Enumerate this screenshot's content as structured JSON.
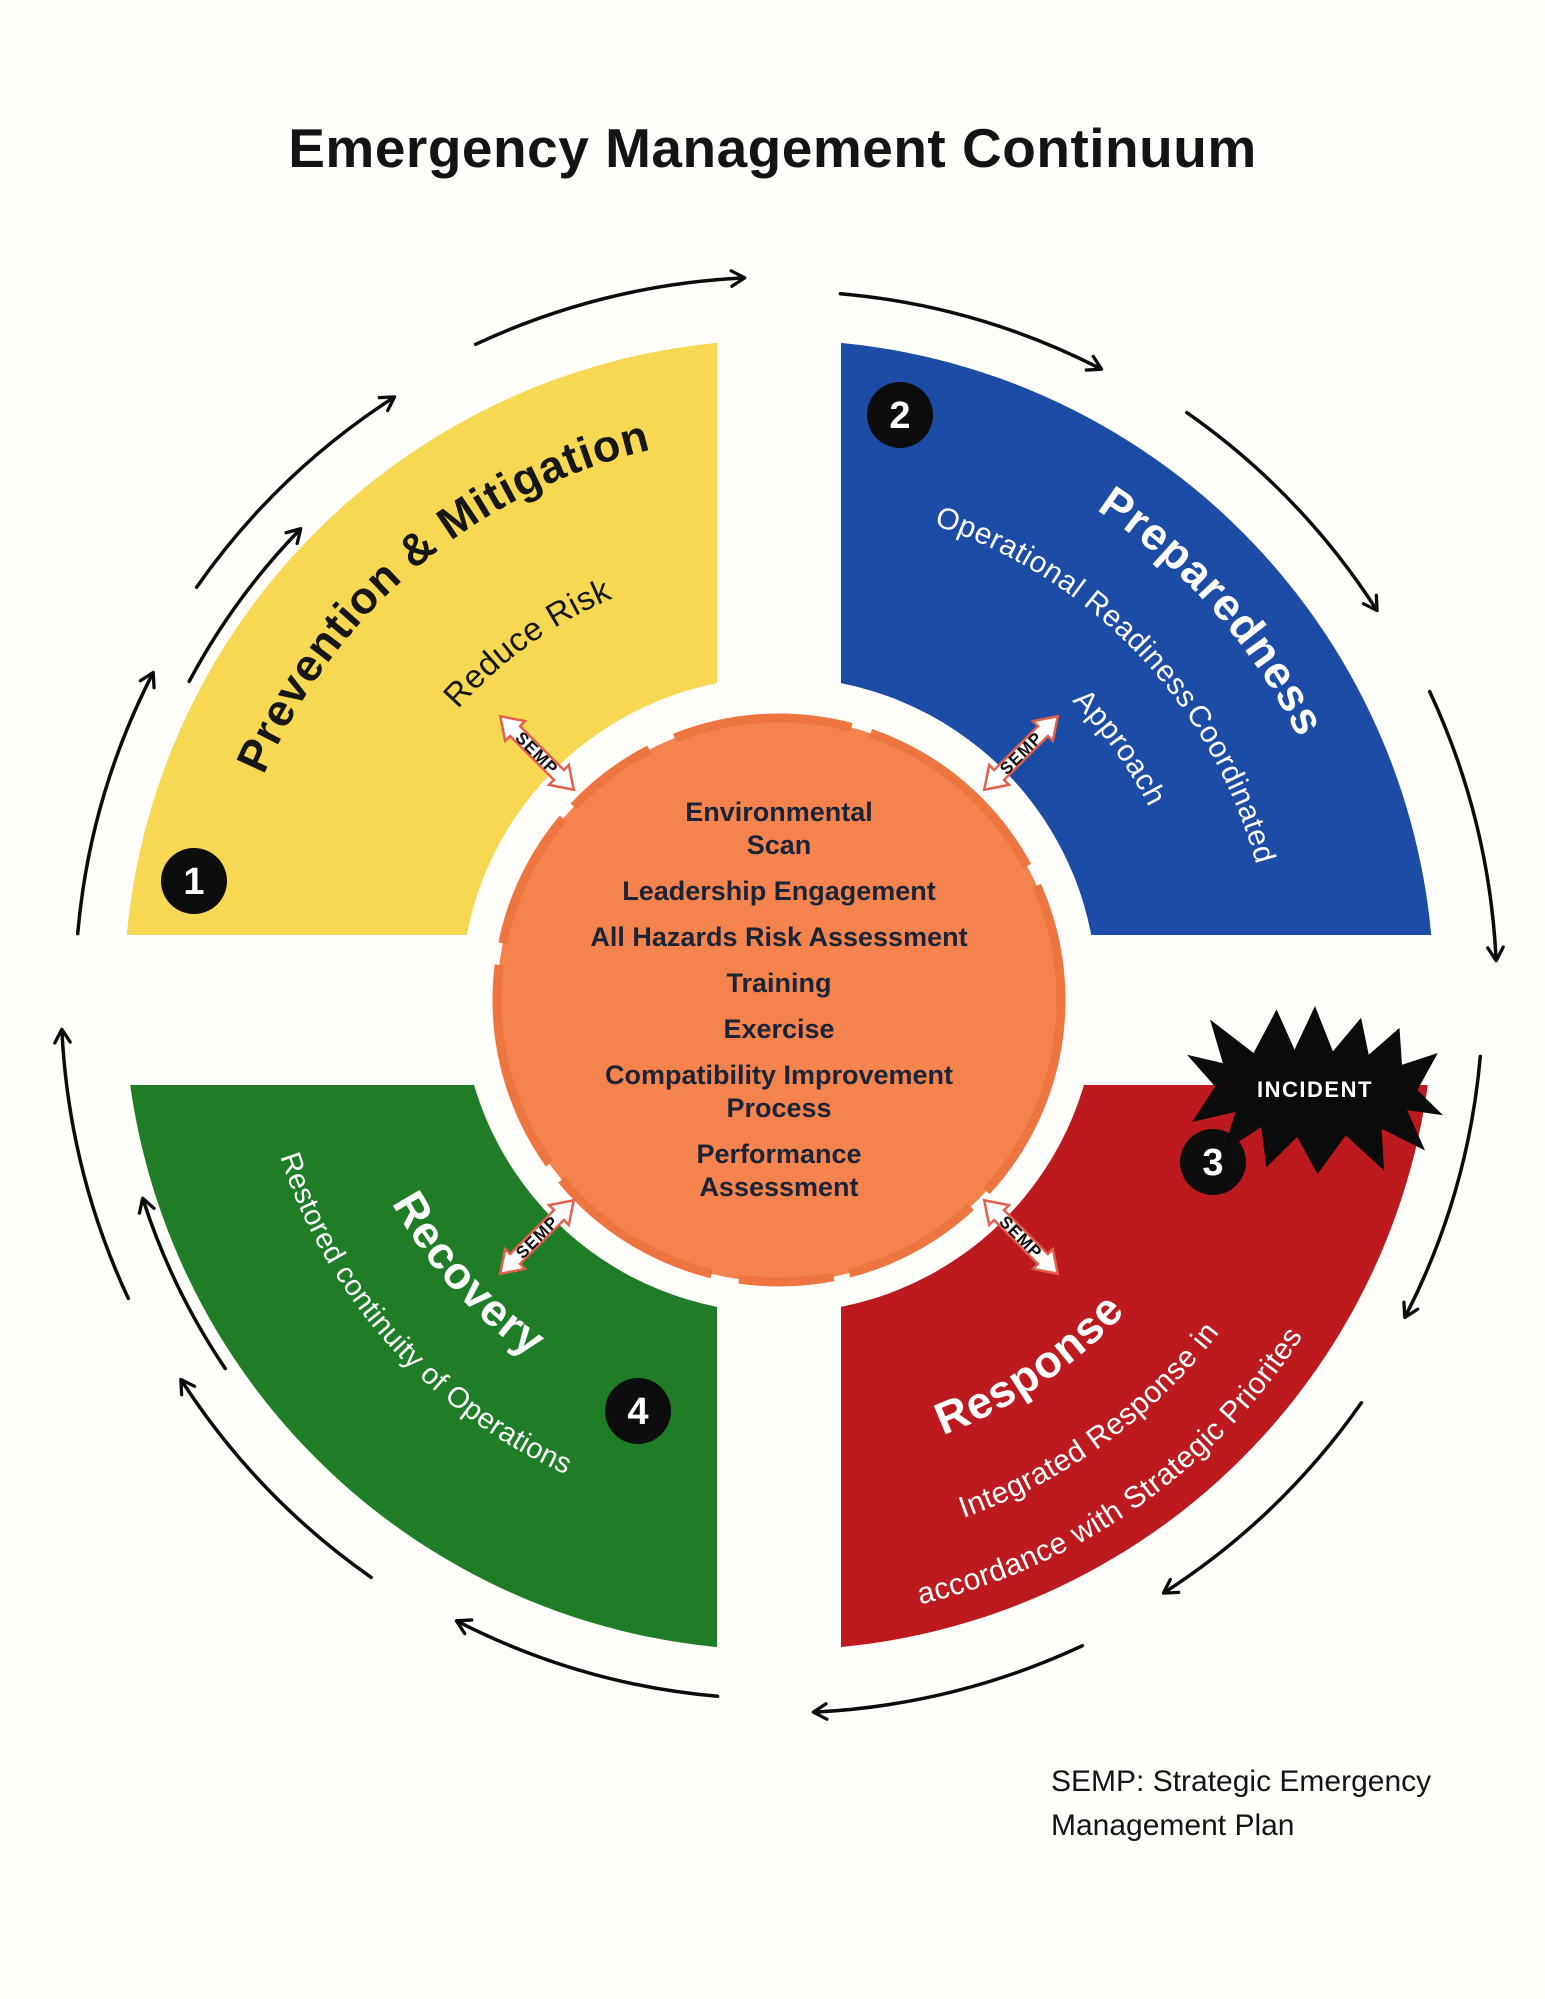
{
  "title": "Emergency Management Continuum",
  "semp_label": "SEMP",
  "incident_label": "INCIDENT",
  "colors": {
    "prevention_yellow": "#F6D852",
    "preparedness_blue": "#1C4CA5",
    "response_red": "#BC1A1E",
    "recovery_green": "#1E7D26",
    "center_orange": "#F5834E"
  },
  "quadrants": [
    {
      "number": "1",
      "title": "Prevention & Mitigation",
      "lines": [
        "Reduce Risk"
      ]
    },
    {
      "number": "2",
      "title": "Preparedness",
      "lines": [
        "Operational Readiness",
        "Coordinated",
        "Approach"
      ]
    },
    {
      "number": "3",
      "title": "Response",
      "lines": [
        "Integrated Response in",
        "accordance with Strategic Priorites"
      ]
    },
    {
      "number": "4",
      "title": "Recovery",
      "lines": [
        "Restored continuity of Operations"
      ]
    }
  ],
  "center": {
    "items": [
      "Environmental\nScan",
      "Leadership Engagement",
      "All Hazards Risk Assessment",
      "Training",
      "Exercise",
      "Compatibility Improvement\nProcess",
      "Performance\nAssessment"
    ]
  },
  "footer": "SEMP: Strategic Emergency\nManagement Plan"
}
